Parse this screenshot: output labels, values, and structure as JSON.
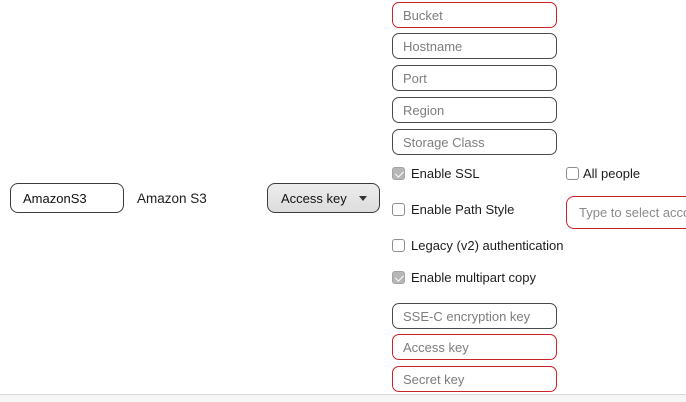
{
  "panel": {
    "nickname_value": "AmazonS3",
    "service_name": "Amazon S3"
  },
  "auth_dropdown": {
    "selected": "Access key"
  },
  "s3_fields": [
    {
      "placeholder": "Bucket",
      "error": true
    },
    {
      "placeholder": "Hostname",
      "error": false
    },
    {
      "placeholder": "Port",
      "error": false
    },
    {
      "placeholder": "Region",
      "error": false
    },
    {
      "placeholder": "Storage Class",
      "error": false
    }
  ],
  "options": [
    {
      "label": "Enable SSL",
      "checked": true
    },
    {
      "label": "Enable Path Style",
      "checked": false
    },
    {
      "label": "Legacy (v2) authentication",
      "checked": false
    },
    {
      "label": "Enable multipart copy",
      "checked": true
    }
  ],
  "key_fields": [
    {
      "placeholder": "SSE-C encryption key",
      "error": false
    },
    {
      "placeholder": "Access key",
      "error": true
    },
    {
      "placeholder": "Secret key",
      "error": true
    }
  ],
  "permissions": {
    "all_people": {
      "label": "All people",
      "checked": false
    },
    "account_input_placeholder": "Type to select acco"
  },
  "colors": {
    "error_border": "#cb2026",
    "normal_border": "#4a4a4a",
    "placeholder_text": "#7d7d7d",
    "checked_checkbox_fill": "#b7b7b7"
  }
}
